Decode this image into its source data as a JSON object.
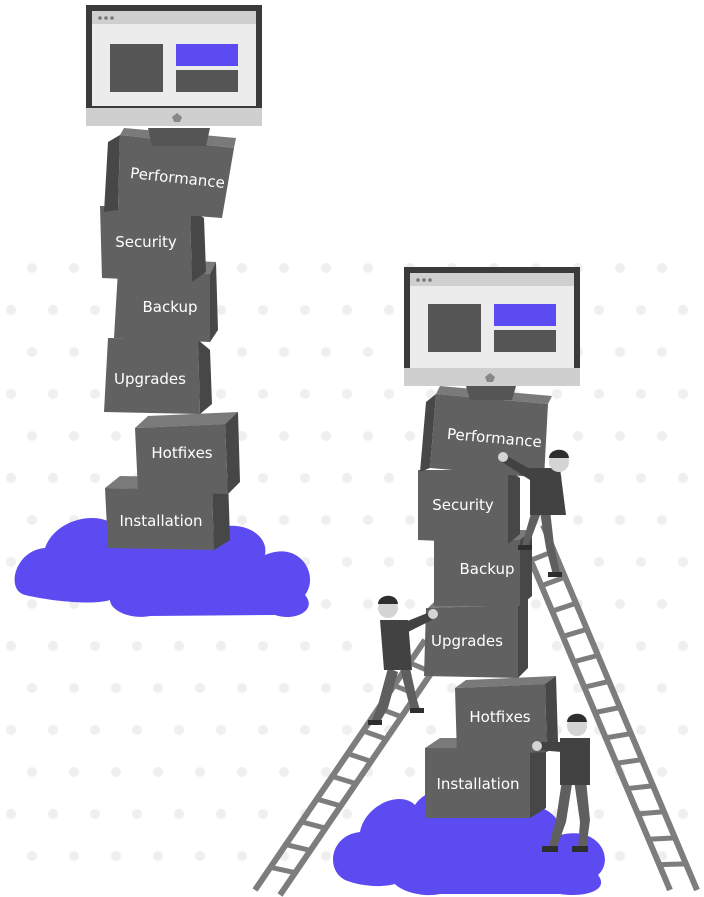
{
  "colors": {
    "box_front": "#616161",
    "box_side": "#474747",
    "box_top": "#7a7a7a",
    "cloud": "#5b4bf0",
    "accent": "#5b4bf0",
    "monitor_bezel": "#3a3a3a",
    "monitor_screen": "#ececec",
    "monitor_chin": "#cfcfcf",
    "dots": "#efefef",
    "ladder": "#7d7d7d",
    "person_shirt": "#424242",
    "person_pants": "#5f5f5f",
    "person_skin": "#d4d4d4"
  },
  "left_stack": {
    "boxes": [
      "Performance",
      "Security",
      "Backup",
      "Upgrades",
      "Hotfixes",
      "Installation"
    ]
  },
  "right_stack": {
    "boxes": [
      "Performance",
      "Security",
      "Backup",
      "Upgrades",
      "Hotfixes",
      "Installation"
    ]
  },
  "icons": [
    "monitor-icon",
    "cloud-icon",
    "ladder-icon",
    "person-icon"
  ]
}
